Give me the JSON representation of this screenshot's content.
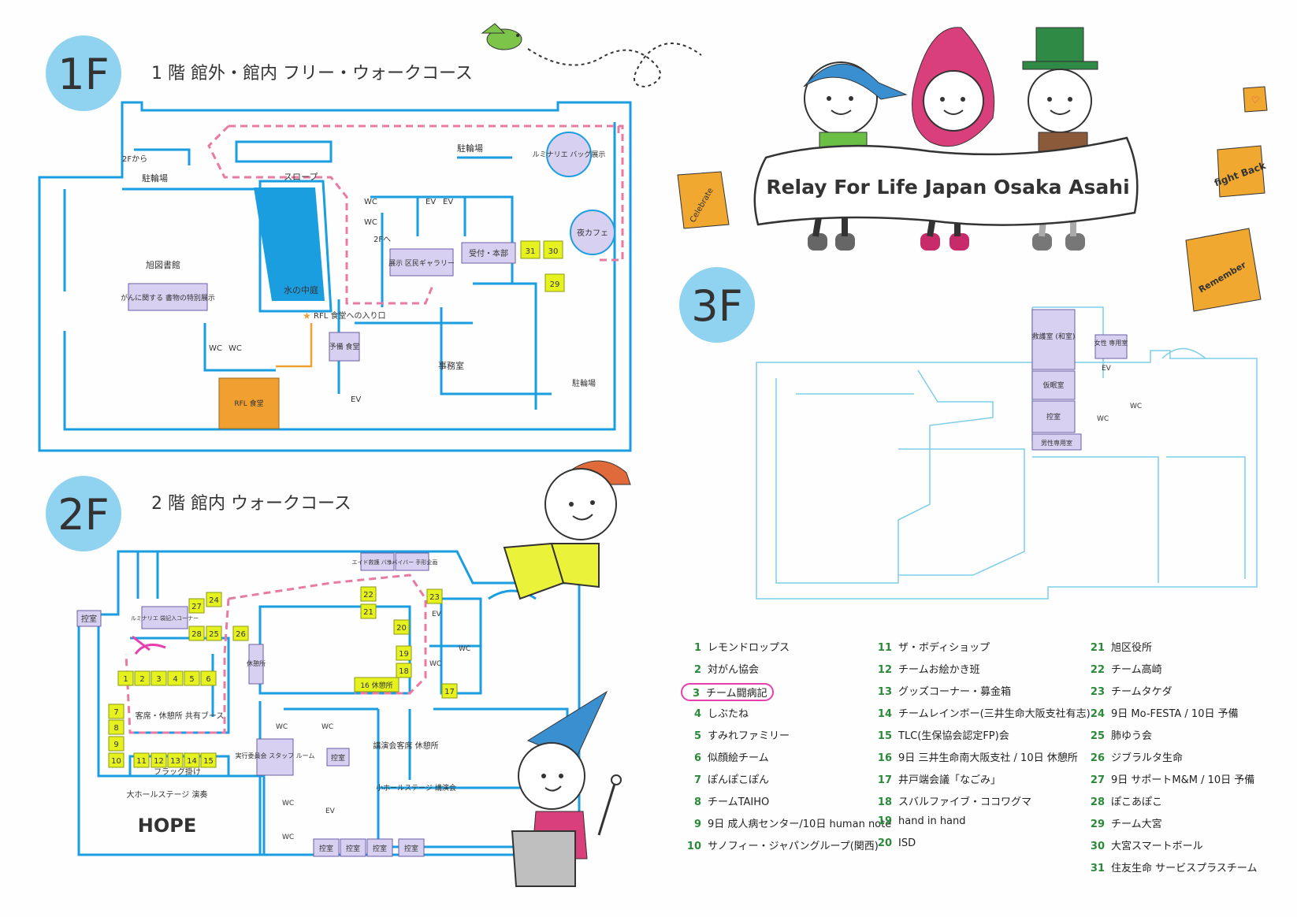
{
  "floors": {
    "f1": {
      "badge": "1F",
      "title": "1 階  館外・館内 フリー・ウォークコース"
    },
    "f2": {
      "badge": "2F",
      "title": "2 階  館内 ウォークコース"
    },
    "f3": {
      "badge": "3F"
    }
  },
  "banner": "Relay For Life Japan Osaka Asahi",
  "bags": {
    "celebrate": "Celebrate",
    "fight": "fight Back",
    "remember": "Remember"
  },
  "f1_labels": {
    "from2f": "2Fから",
    "bike1": "駐輪場",
    "slope": "スロープ",
    "bike2": "駐輪場",
    "luminarie": "ルミナリエ バッグ展示",
    "library": "旭図書館",
    "cancer_books": "がんに関する 書物の特別展示",
    "water_court": "水の中庭",
    "wc": "WC",
    "ev": "EV",
    "to2f": "2Fへ",
    "gallery": "展示 区民ギャラリー",
    "reception": "受付・本部",
    "night_cafe": "夜カフェ",
    "b31": "31",
    "b30": "30",
    "b29": "29",
    "rfl_entry": "RFL 食堂への入り口",
    "spare_dining": "予備 食堂",
    "office": "事務室",
    "bike3": "駐輪場",
    "rfl_dining": "RFL 食堂"
  },
  "f2_labels": {
    "aid": "エイド救護 バルーン",
    "survivor": "サバイバー 手形企画",
    "hikae": "控室",
    "luminarie_corner": "ルミナリエ 袋記入コーナー",
    "rest": "休憩所",
    "booth_area": "客席・休憩所 共有ブース",
    "rest16": "16 休憩所",
    "flag": "フラッグ掛け",
    "big_hall": "大ホールステージ 演奏",
    "hope": "HOPE",
    "staff": "実行委員会 スタッフ ルーム",
    "lecture_seats": "講演会客席 休憩所",
    "small_hall": "小ホールステージ 講演会",
    "wc": "WC",
    "ev": "EV"
  },
  "f3_labels": {
    "first_aid": "救護室 (和室)",
    "nap": "仮眠室",
    "hikae": "控室",
    "men": "男性専用室",
    "women": "女性 専用室",
    "ev": "EV",
    "wc": "WC"
  },
  "teams": [
    {
      "no": "1",
      "name": "レモンドロップス"
    },
    {
      "no": "2",
      "name": "対がん協会"
    },
    {
      "no": "3",
      "name": "チーム闘病記"
    },
    {
      "no": "4",
      "name": "しぶたね"
    },
    {
      "no": "5",
      "name": "すみれファミリー"
    },
    {
      "no": "6",
      "name": "似顔絵チーム"
    },
    {
      "no": "7",
      "name": "ぽんぽこぽん"
    },
    {
      "no": "8",
      "name": "チームTAIHO"
    },
    {
      "no": "9",
      "name": "9日 成人病センター/10日 human note"
    },
    {
      "no": "10",
      "name": "サノフィー・ジャパングループ(関西)"
    },
    {
      "no": "11",
      "name": "ザ・ボディショップ"
    },
    {
      "no": "12",
      "name": "チームお絵かき班"
    },
    {
      "no": "13",
      "name": "グッズコーナー・募金箱"
    },
    {
      "no": "14",
      "name": "チームレインボー(三井生命大阪支社有志)"
    },
    {
      "no": "15",
      "name": "TLC(生保協会認定FP)会"
    },
    {
      "no": "16",
      "name": "9日 三井生命南大阪支社 / 10日 休憩所"
    },
    {
      "no": "17",
      "name": "井戸端会議「なごみ」"
    },
    {
      "no": "18",
      "name": "スバルファイブ・ココワグマ"
    },
    {
      "no": "19",
      "name": "hand in hand"
    },
    {
      "no": "20",
      "name": "ISD"
    },
    {
      "no": "21",
      "name": "旭区役所"
    },
    {
      "no": "22",
      "name": "チーム高崎"
    },
    {
      "no": "23",
      "name": "チームタケダ"
    },
    {
      "no": "24",
      "name": "9日 Mo-FESTA / 10日 予備"
    },
    {
      "no": "25",
      "name": "肺ゆう会"
    },
    {
      "no": "26",
      "name": "ジブラルタ生命"
    },
    {
      "no": "27",
      "name": "9日 サポートM&M / 10日 予備"
    },
    {
      "no": "28",
      "name": "ぽこあぽこ"
    },
    {
      "no": "29",
      "name": "チーム大宮"
    },
    {
      "no": "30",
      "name": "大宮スマートボール"
    },
    {
      "no": "31",
      "name": "住友生命  サービスプラスチーム"
    }
  ],
  "colors": {
    "badge": "#8fd3f0",
    "wall": "#1a9ee0",
    "route": "#e87aa4",
    "booth": "#e6f21f",
    "room": "#d8d0f0",
    "dining": "#f0a030"
  }
}
